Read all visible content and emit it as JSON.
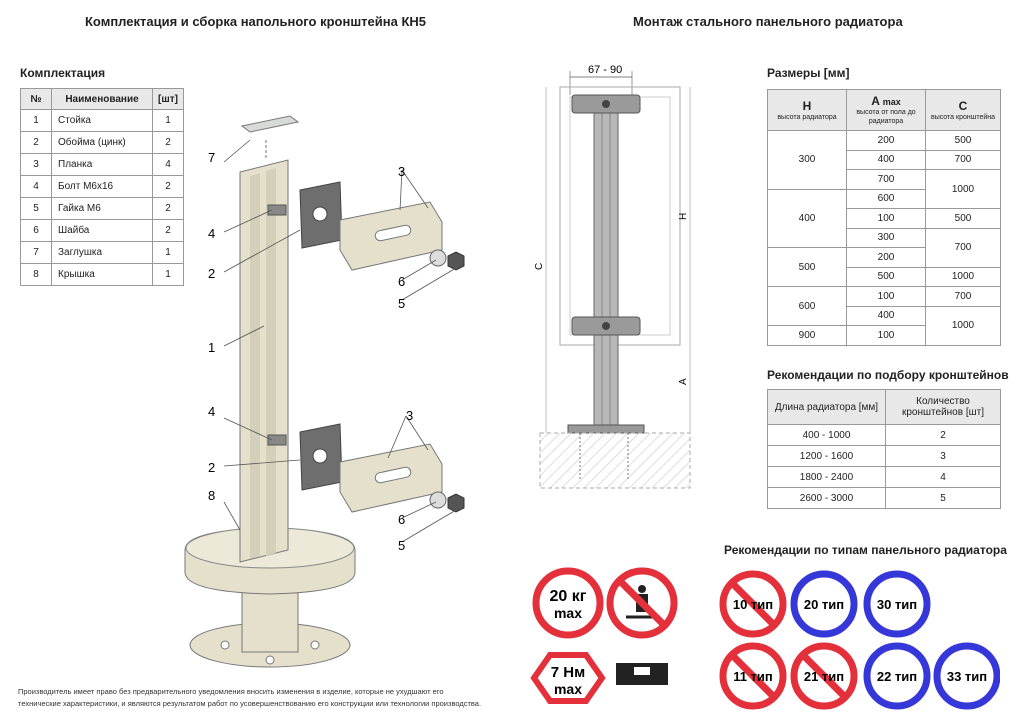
{
  "left_title": "Комплектация и сборка напольного кронштейна КН5",
  "right_title": "Монтаж стального панельного радиатора",
  "kit": {
    "heading": "Комплектация",
    "headers": [
      "№",
      "Наименование",
      "[шт]"
    ],
    "rows": [
      [
        "1",
        "Стойка",
        "1"
      ],
      [
        "2",
        "Обойма (цинк)",
        "2"
      ],
      [
        "3",
        "Планка",
        "4"
      ],
      [
        "4",
        "Болт М6х16",
        "2"
      ],
      [
        "5",
        "Гайка М6",
        "2"
      ],
      [
        "6",
        "Шайба",
        "2"
      ],
      [
        "7",
        "Заглушка",
        "1"
      ],
      [
        "8",
        "Крышка",
        "1"
      ]
    ]
  },
  "drawing": {
    "width_label": "67 - 90",
    "h_label": "H",
    "c_label": "C",
    "a_label": "A"
  },
  "sizes": {
    "heading": "Размеры [мм]",
    "col_h": "H",
    "col_h_sub": "высота радиатора",
    "col_a": "A",
    "col_a_max": "max",
    "col_a_sub": "высота от пола до радиатора",
    "col_c": "C",
    "col_c_sub": "высота кронштейна",
    "h_values": [
      "300",
      "400",
      "500",
      "600",
      "900"
    ],
    "a_values": [
      "200",
      "400",
      "700",
      "600",
      "100",
      "300",
      "200",
      "500",
      "100",
      "400",
      "100"
    ],
    "c_values": [
      "500",
      "700",
      "1000",
      "500",
      "700",
      "1000",
      "700",
      "1000"
    ]
  },
  "recommend": {
    "heading": "Рекомендации по подбору кронштейнов",
    "col1": "Длина радиатора [мм]",
    "col2": "Количество кронштейнов [шт]",
    "rows": [
      [
        "400 - 1000",
        "2"
      ],
      [
        "1200 - 1600",
        "3"
      ],
      [
        "1800 - 2400",
        "4"
      ],
      [
        "2600 - 3000",
        "5"
      ]
    ]
  },
  "warnings": {
    "weight_line1": "20 кг",
    "weight_line2": "max",
    "torque_line1": "7 Нм",
    "torque_line2": "max"
  },
  "types": {
    "heading": "Рекомендации по типам панельного радиатора",
    "items": [
      {
        "label": "10 тип",
        "allowed": false
      },
      {
        "label": "20 тип",
        "allowed": true
      },
      {
        "label": "30 тип",
        "allowed": true
      },
      {
        "label": "11 тип",
        "allowed": false
      },
      {
        "label": "21 тип",
        "allowed": false
      },
      {
        "label": "22 тип",
        "allowed": true
      },
      {
        "label": "33 тип",
        "allowed": true
      }
    ]
  },
  "callouts": [
    "7",
    "4",
    "2",
    "1",
    "3",
    "6",
    "5",
    "4",
    "2",
    "8",
    "3",
    "6",
    "5"
  ],
  "footer": {
    "line1": "Производитель имеет право без предварительного уведомления вносить изменения в изделие, которые не ухудшают его",
    "line2": "технические характеристики, и являются результатом работ по усовершенствованию его конструкции или технологии производства."
  },
  "colors": {
    "red": "#e3303a",
    "blue": "#3537d8",
    "part": "#e4e0cc"
  }
}
